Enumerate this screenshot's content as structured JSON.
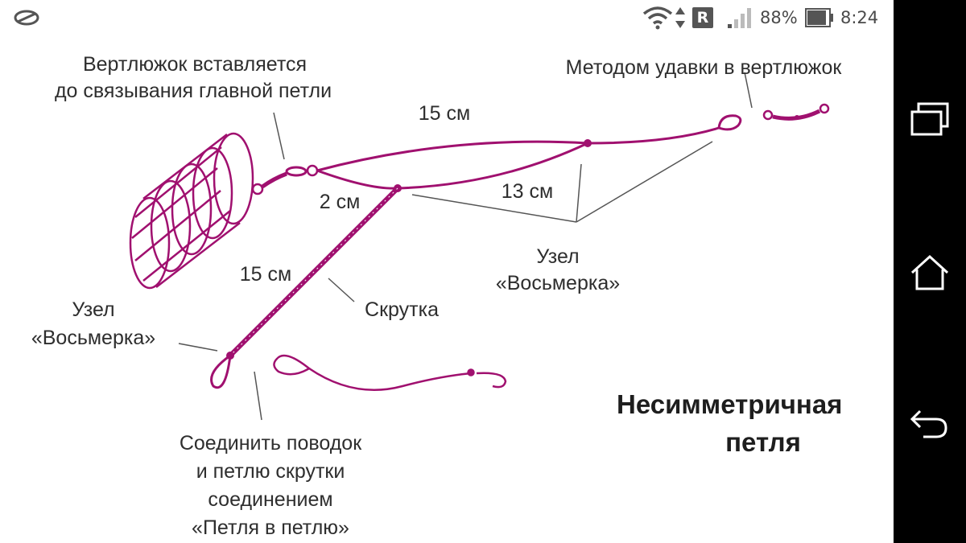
{
  "status_bar": {
    "battery": "88%",
    "time": "8:24",
    "roaming_badge": "R",
    "icons": [
      "app-notification-icon",
      "wifi-icon",
      "data-arrows-icon",
      "roaming-icon",
      "signal-icon",
      "battery-icon"
    ]
  },
  "nav_bar": {
    "buttons": [
      "recent-apps",
      "home",
      "back"
    ]
  },
  "diagram": {
    "colors": {
      "line": "#a0106f",
      "text": "#2e2e2e",
      "pointer": "#555555"
    },
    "labels": {
      "swivel_line1": "Вертлюжок вставляется",
      "swivel_line2": "до связывания главной петли",
      "method_line": "Методом удавки в вертлюжок",
      "len_top": "15 см",
      "len_mid": "13 см",
      "len_short": "2 см",
      "len_leader": "15 см",
      "knot_right_line1": "Узел",
      "knot_right_line2": "«Восьмерка»",
      "twist": "Скрутка",
      "knot_left_line1": "Узел",
      "knot_left_line2": "«Восьмерка»",
      "connect_line1": "Соединить поводок",
      "connect_line2": "и петлю скрутки",
      "connect_line3": "соединением",
      "connect_line4": "«Петля в петлю»"
    },
    "title": {
      "line1": "Несимметричная",
      "line2": "петля"
    }
  }
}
